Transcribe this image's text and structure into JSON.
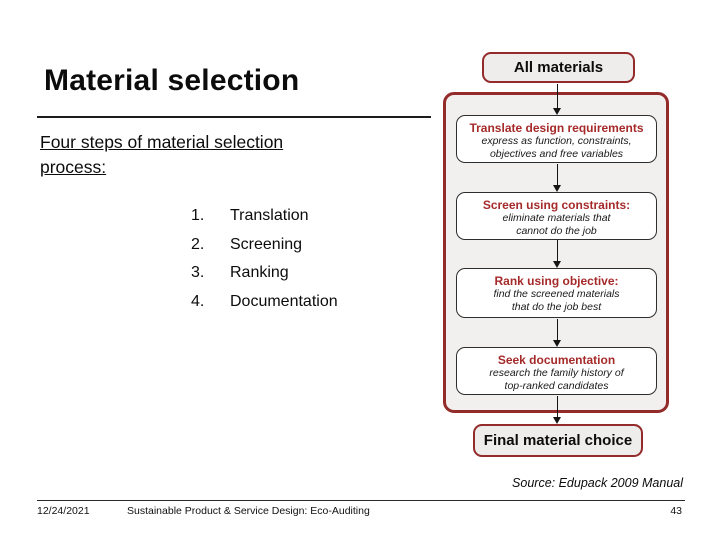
{
  "slide": {
    "title": "Material selection",
    "subtitle": "Four steps of material selection process:",
    "steps": [
      {
        "num": "1.",
        "label": "Translation"
      },
      {
        "num": "2.",
        "label": "Screening"
      },
      {
        "num": "3.",
        "label": "Ranking"
      },
      {
        "num": "4.",
        "label": "Documentation"
      }
    ]
  },
  "flowchart": {
    "start": "All materials",
    "stages": [
      {
        "header": "Translate design requirements",
        "detail": [
          "express as function, constraints,",
          "objectives and free variables"
        ]
      },
      {
        "header": "Screen using constraints:",
        "detail": [
          "eliminate materials that",
          "cannot do the job"
        ]
      },
      {
        "header": "Rank using objective:",
        "detail": [
          "find the screened materials",
          "that do the job best"
        ]
      },
      {
        "header": "Seek documentation",
        "detail": [
          "research the family history of",
          "top-ranked candidates"
        ]
      }
    ],
    "end": "Final material choice"
  },
  "source_note": "Source: Edupack 2009 Manual",
  "footer": {
    "date": "12/24/2021",
    "course": "Sustainable Product & Service Design: Eco-Auditing",
    "page": "43"
  },
  "icons": {
    "flow_arrow_down": "↓"
  },
  "colors": {
    "maroon": "#932b2b",
    "red_text": "#a52a2a",
    "container_bg": "#f2f0ee",
    "terminal_bg": "#efedeb",
    "stage_bg": "#ffffff",
    "ink": "#111111"
  }
}
